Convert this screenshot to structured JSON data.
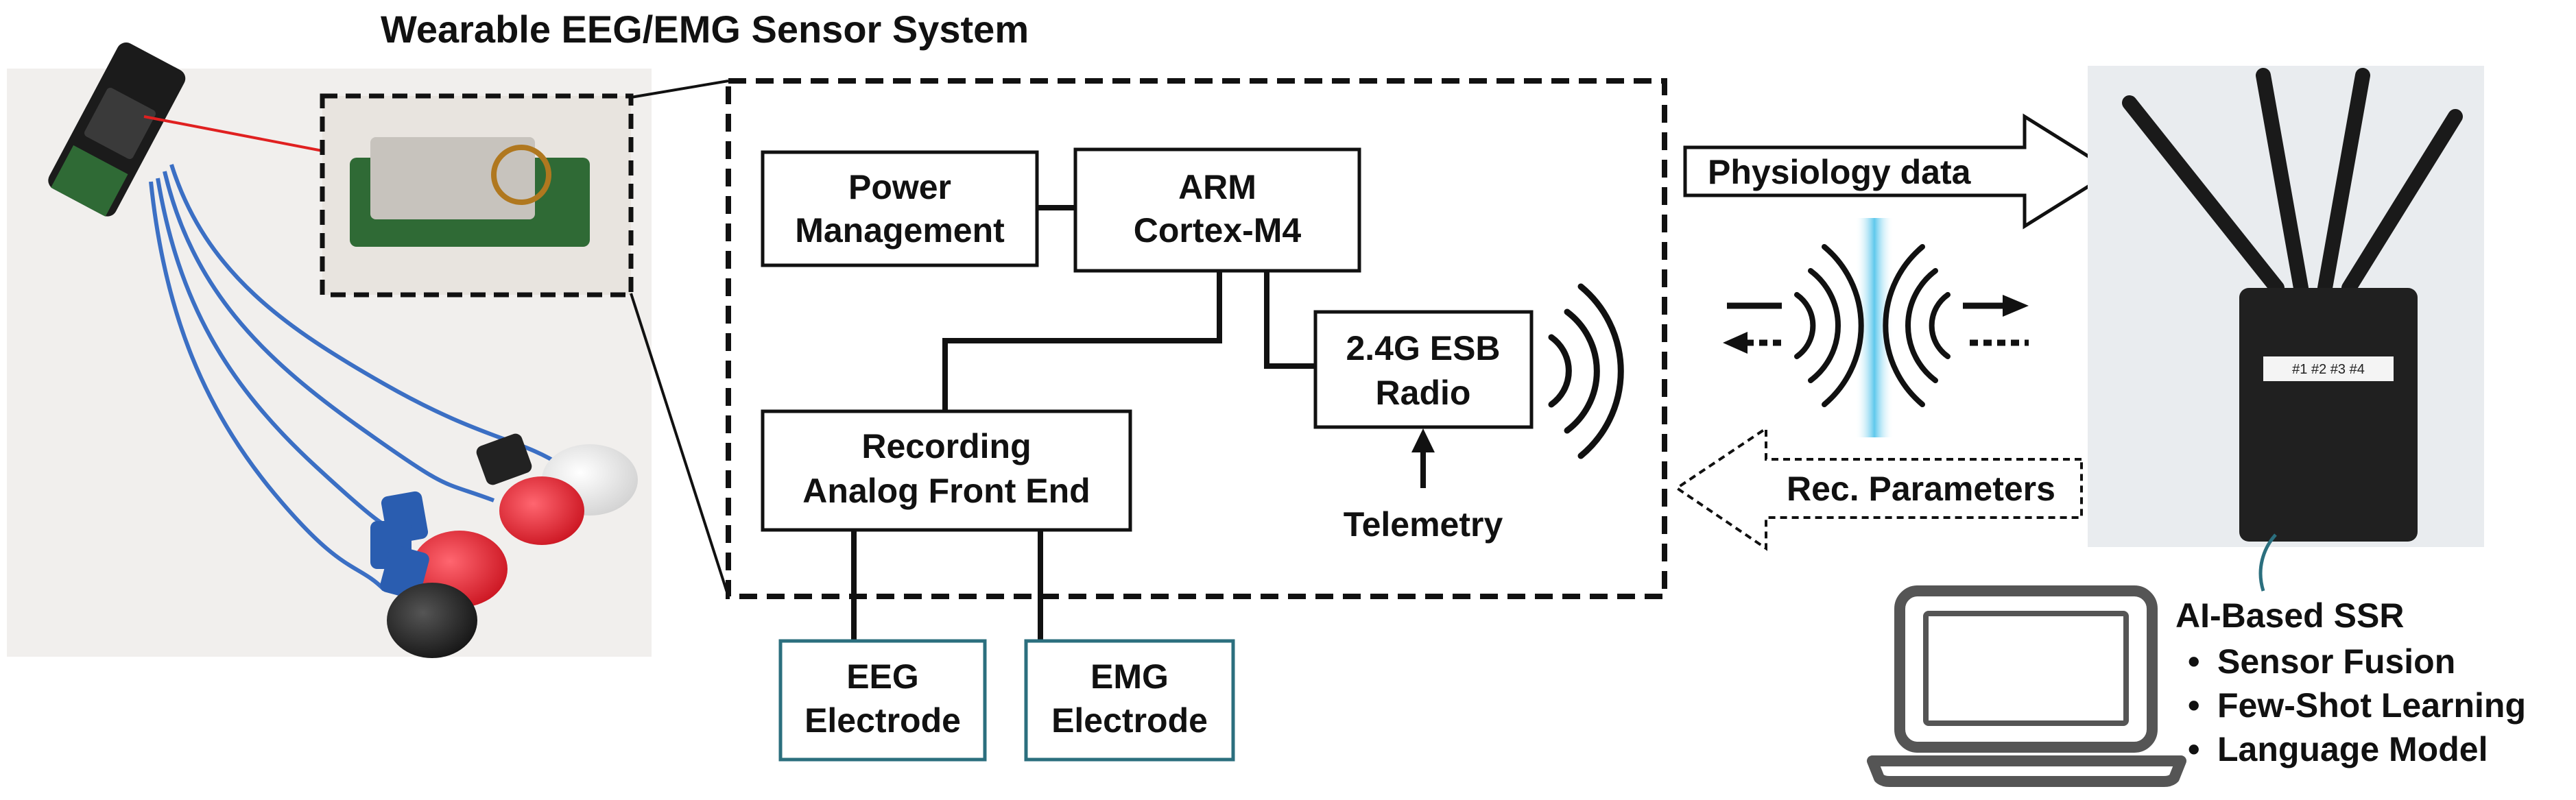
{
  "title": "Wearable EEG/EMG Sensor System",
  "blocks": {
    "power": [
      "Power",
      "Management"
    ],
    "arm": [
      "ARM",
      "Cortex-M4"
    ],
    "radio": [
      "2.4G ESB",
      "Radio"
    ],
    "afe": [
      "Recording",
      "Analog Front End"
    ],
    "eeg": [
      "EEG",
      "Electrode"
    ],
    "emg": [
      "EMG",
      "Electrode"
    ]
  },
  "telemetry_label": "Telemetry",
  "arrows": {
    "physiology": "Physiology data",
    "parameters": "Rec. Parameters"
  },
  "receiver_label": "#1 #2 #3 #4",
  "ssr": {
    "title": "AI-Based SSR",
    "items": [
      "Sensor Fusion",
      "Few-Shot Learning",
      "Language Model"
    ],
    "bullet": "•"
  },
  "colors": {
    "electrode_border": "#2b6f7e",
    "beam": "#5ec8ec",
    "dashed": "#111111"
  }
}
